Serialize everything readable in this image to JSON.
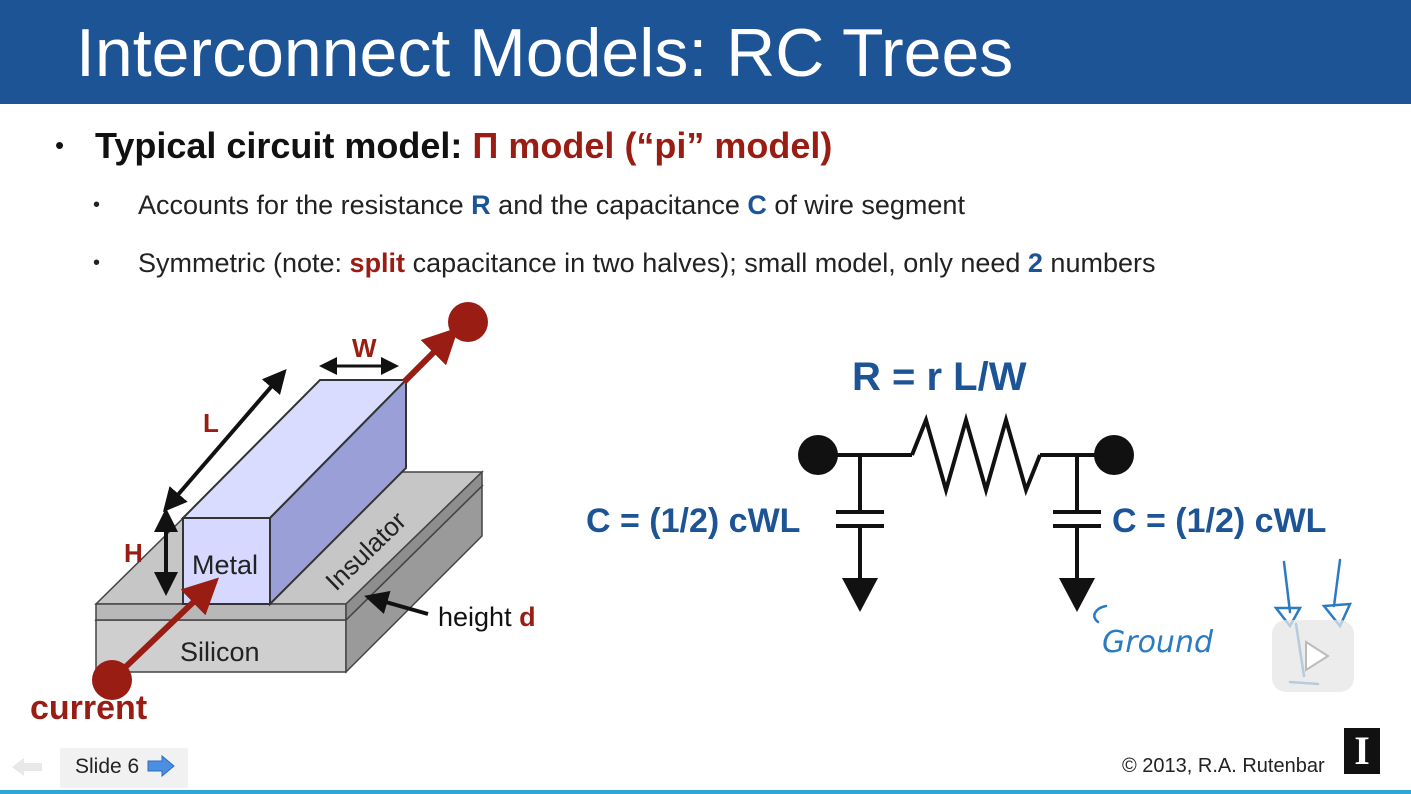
{
  "slide": {
    "title": "Interconnect Models:  RC Trees",
    "bullet1": {
      "prefix": "Typical circuit model: ",
      "pi_symbol": "Π",
      "model_text": " model  (“pi” model)"
    },
    "bullet2a": {
      "t1": "Accounts for the resistance  ",
      "r": "R",
      "t2": "  and the capacitance ",
      "c": "C",
      "t3": " of wire segment"
    },
    "bullet2b": {
      "t1": "Symmetric (note: ",
      "split": "split",
      "t2": " capacitance  in two halves);  small model, only need ",
      "two": "2",
      "t3": " numbers"
    }
  },
  "wire_diagram": {
    "w_label": "W",
    "l_label": "L",
    "h_label": "H",
    "metal_label": "Metal",
    "insulator_label": "Insulator",
    "silicon_label": "Silicon",
    "height_label": "height ",
    "height_var": "d",
    "current_label": "current"
  },
  "circuit": {
    "r_formula": "R = r L/W",
    "c_left": "C = (1/2) cWL",
    "c_right": "C = (1/2) cWL",
    "handwritten": "Ground"
  },
  "footer": {
    "slide_label": "Slide 6",
    "copyright": "© 2013, R.A. Rutenbar",
    "logo": "I"
  },
  "colors": {
    "header_bg": "#1d5496",
    "accent_red": "#9a1d14",
    "accent_blue": "#1d5496",
    "ink_blue": "#2a7bc1"
  }
}
